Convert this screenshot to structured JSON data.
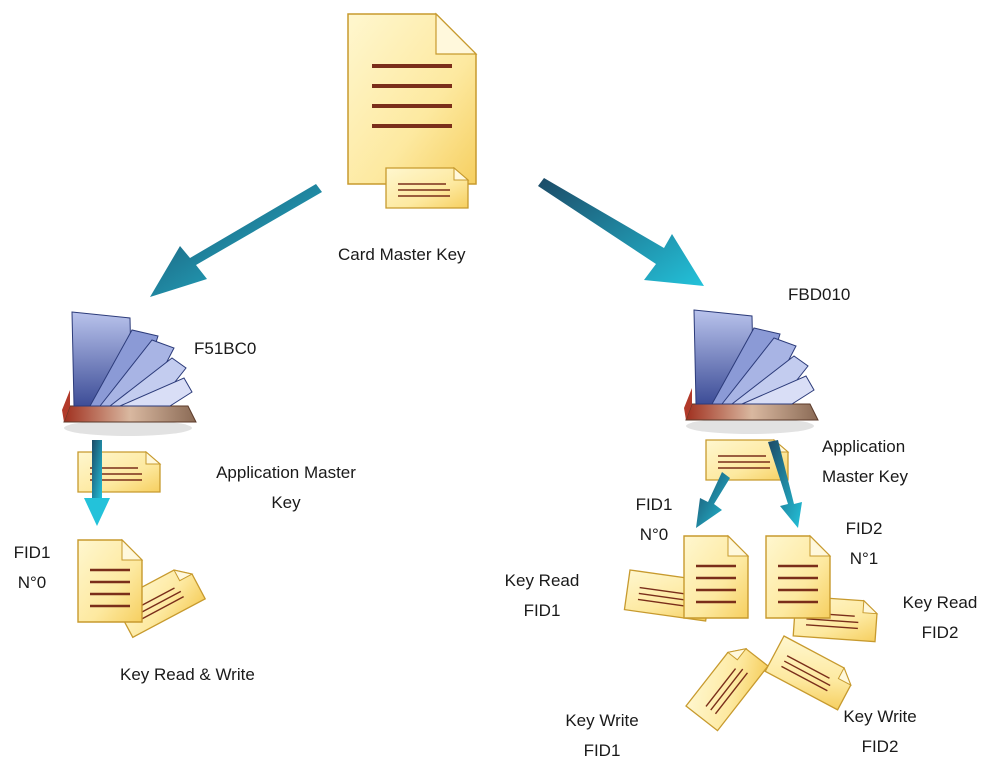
{
  "diagram": {
    "root_label": "Card Master Key",
    "apps": [
      {
        "aid": "F51BC0",
        "master_key_label": [
          "Application Master",
          "Key"
        ],
        "files": [
          {
            "id_lines": [
              "FID1",
              "N°0"
            ],
            "key_labels": [
              "Key Read & Write"
            ]
          }
        ]
      },
      {
        "aid": "FBD010",
        "master_key_label": [
          "Application",
          "Master Key"
        ],
        "files": [
          {
            "id_lines": [
              "FID1",
              "N°0"
            ],
            "read_key": [
              "Key Read",
              "FID1"
            ],
            "write_key": [
              "Key Write",
              "FID1"
            ]
          },
          {
            "id_lines": [
              "FID2",
              "N°1"
            ],
            "read_key": [
              "Key Read",
              "FID2"
            ],
            "write_key": [
              "Key Write",
              "FID2"
            ]
          }
        ]
      }
    ]
  },
  "colors": {
    "doc_fill": "#fde9a0",
    "doc_stroke": "#c79a2e",
    "doc_lines": "#7a2e1a",
    "arrow_teal": "#21b5cf",
    "arrow_dark": "#1c4a66",
    "folder_blue": "#5c6fb4",
    "folder_red": "#b23a2a"
  }
}
